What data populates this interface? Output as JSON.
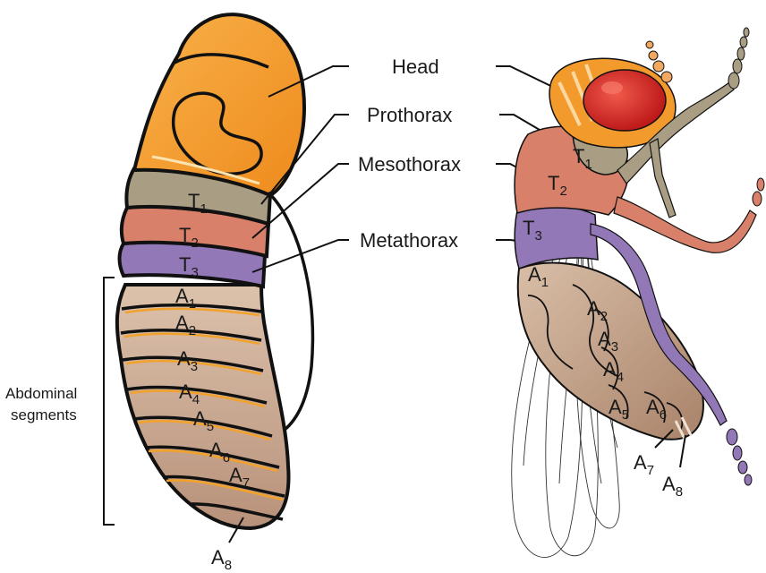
{
  "labels": {
    "head": "Head",
    "prothorax": "Prothorax",
    "mesothorax": "Mesothorax",
    "metathorax": "Metathorax",
    "abdominal_line1": "Abdominal",
    "abdominal_line2": "segments"
  },
  "segments": {
    "t": "T",
    "a": "A",
    "t1": "1",
    "t2": "2",
    "t3": "3",
    "a1": "1",
    "a2": "2",
    "a3": "3",
    "a4": "4",
    "a5": "5",
    "a6": "6",
    "a7": "7",
    "a8": "8"
  },
  "colors": {
    "head": "#f39a2c",
    "prothorax": "#a99e83",
    "mesothorax": "#d8806a",
    "metathorax": "#9378b8",
    "abdomen": "#c9a98e",
    "eye": "#d8201e"
  }
}
